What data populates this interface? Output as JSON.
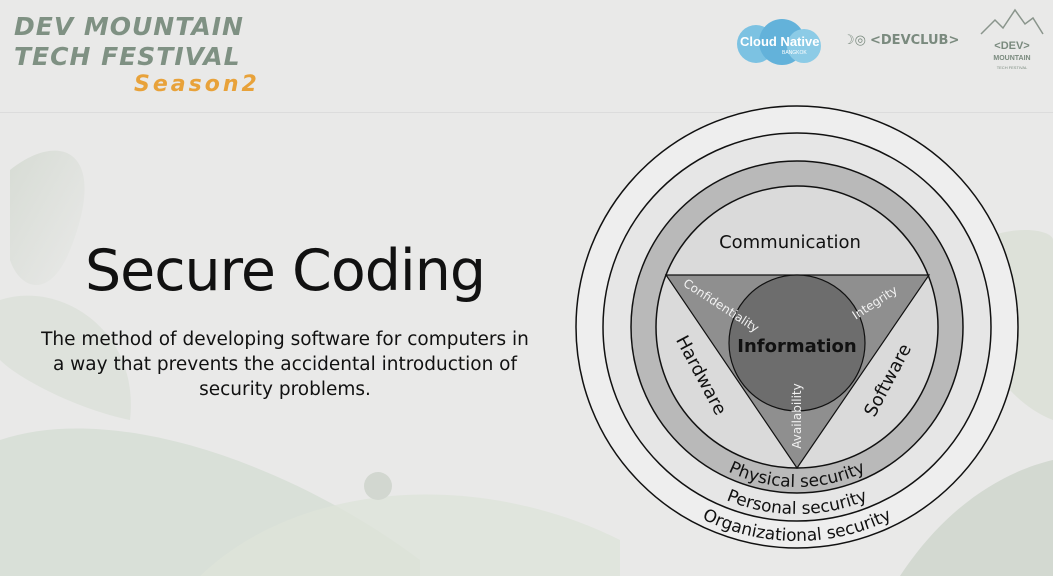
{
  "header": {
    "event_logo": {
      "line1": "DEV MOUNTAIN",
      "line2": "TECH FESTIVAL",
      "line3": "Season2"
    },
    "partners": [
      {
        "name": "Cloud Native",
        "sub": "BANGKOK"
      },
      {
        "name": "<DEVCLUB>"
      },
      {
        "name": "<DEV>",
        "sub": "MOUNTAIN",
        "sub2": "TECH FESTIVAL"
      }
    ]
  },
  "slide": {
    "title": "Secure Coding",
    "description": "The method of developing software for computers in a way that prevents the accidental introduction of security problems."
  },
  "diagram": {
    "center": "Information",
    "top": "Communication",
    "left": "Hardware",
    "right": "Software",
    "triad": [
      "Confidentiality",
      "Integrity",
      "Availability"
    ],
    "rings": [
      "Physical security",
      "Personal security",
      "Organizational security"
    ],
    "colors": {
      "ring_band": "#b9b9b9",
      "inner": "#dadada",
      "triangle": "#8f8f8f",
      "core": "#6d6d6d",
      "outer": "#ececec"
    }
  },
  "colors": {
    "logo_green": "#7f9183",
    "logo_orange": "#e8a23a",
    "cloud_blue": "#6fb8dc"
  }
}
